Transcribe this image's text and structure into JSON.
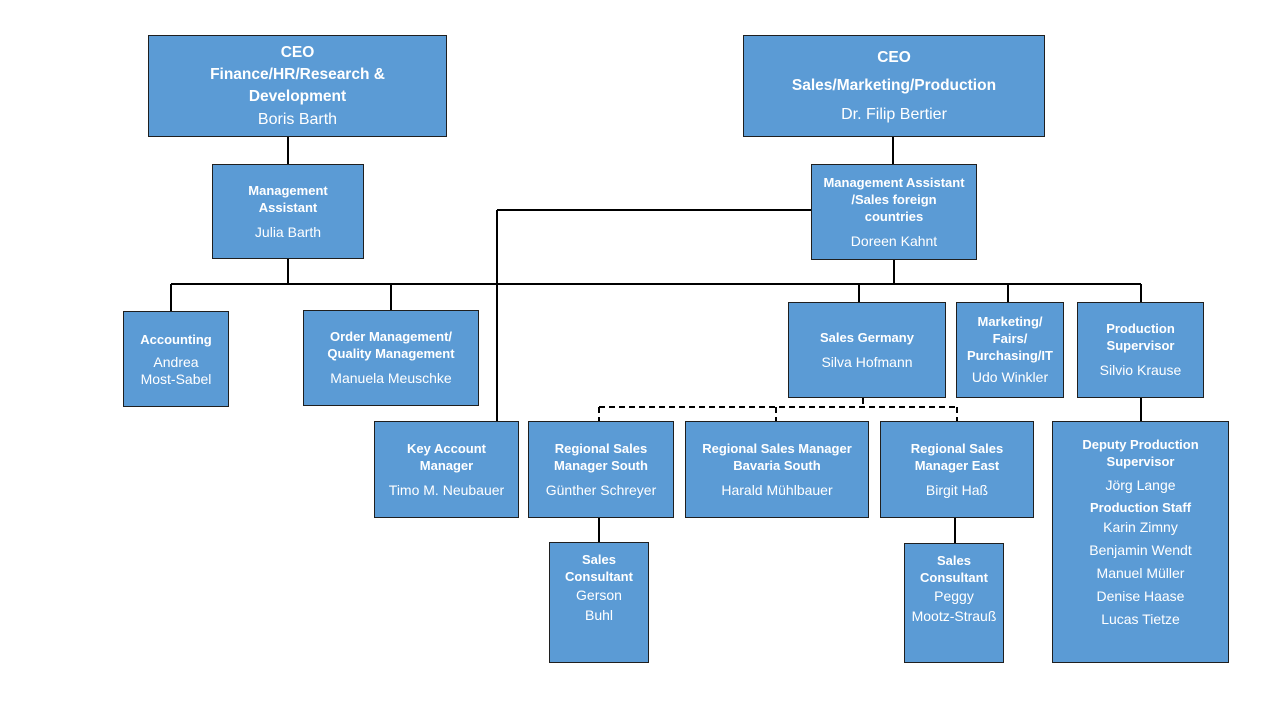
{
  "ceo_left": {
    "title_line1": "CEO",
    "title_line2": "Finance/HR/Research &",
    "title_line3": "Development",
    "name": "Boris Barth"
  },
  "ceo_right": {
    "title_line1": "CEO",
    "title_line2": "Sales/Marketing/Production",
    "name": "Dr. Filip Bertier"
  },
  "mgmt_assistant_left": {
    "title_line1": "Management",
    "title_line2": "Assistant",
    "name": "Julia Barth"
  },
  "mgmt_assistant_right": {
    "title_line1": "Management Assistant",
    "title_line2": "/Sales foreign",
    "title_line3": "countries",
    "name": "Doreen Kahnt"
  },
  "accounting": {
    "title": "Accounting",
    "name_line1": "Andrea",
    "name_line2": "Most-Sabel"
  },
  "order_management": {
    "title_line1": "Order Management/",
    "title_line2": "Quality Management",
    "name": "Manuela Meuschke"
  },
  "sales_germany": {
    "title": "Sales Germany",
    "name": "Silva Hofmann"
  },
  "marketing": {
    "title_line1": "Marketing/",
    "title_line2": "Fairs/",
    "title_line3": "Purchasing/IT",
    "name": "Udo Winkler"
  },
  "production_supervisor": {
    "title_line1": "Production",
    "title_line2": "Supervisor",
    "name": "Silvio Krause"
  },
  "key_account": {
    "title_line1": "Key Account",
    "title_line2": "Manager",
    "name": "Timo M. Neubauer"
  },
  "regional_south": {
    "title_line1": "Regional Sales",
    "title_line2": "Manager South",
    "name": "Günther Schreyer"
  },
  "regional_bavaria": {
    "title_line1": "Regional Sales Manager",
    "title_line2": "Bavaria South",
    "name": "Harald Mühlbauer"
  },
  "regional_east": {
    "title_line1": "Regional Sales",
    "title_line2": "Manager East",
    "name": "Birgit Haß"
  },
  "deputy_production": {
    "title_line1": "Deputy Production",
    "title_line2": "Supervisor",
    "name": "Jörg Lange",
    "staff_title": "Production Staff",
    "staff": [
      "Karin Zimny",
      "Benjamin Wendt",
      "Manuel Müller",
      "Denise Haase",
      "Lucas Tietze"
    ]
  },
  "consultant_south": {
    "title_line1": "Sales",
    "title_line2": "Consultant",
    "name_line1": "Gerson",
    "name_line2": "Buhl"
  },
  "consultant_east": {
    "title_line1": "Sales",
    "title_line2": "Consultant",
    "name_line1": "Peggy",
    "name_line2": "Mootz-Strauß"
  }
}
